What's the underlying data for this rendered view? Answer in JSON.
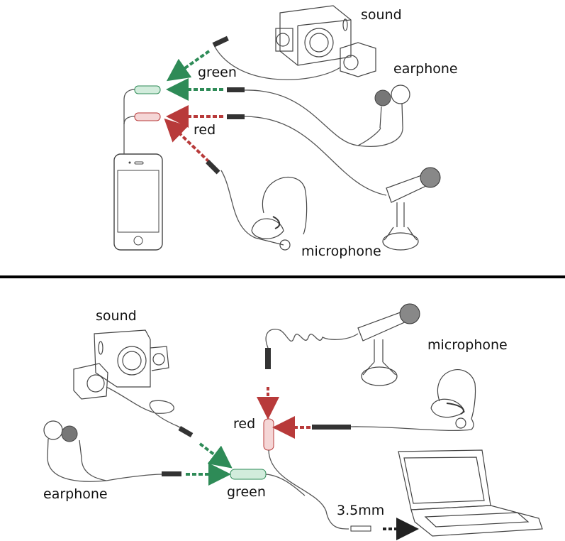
{
  "panels": {
    "top": {
      "device": "smartphone",
      "labels": {
        "sound": "sound",
        "earphone": "earphone",
        "green": "green",
        "red": "red",
        "microphone": "microphone"
      }
    },
    "bottom": {
      "device": "laptop",
      "labels": {
        "sound": "sound",
        "earphone": "earphone",
        "green": "green",
        "red": "red",
        "microphone": "microphone",
        "plug": "3.5mm"
      }
    }
  },
  "colors": {
    "green": "#2e8b57",
    "red": "#b83a3a",
    "divider": "#000000",
    "line": "#555555"
  }
}
